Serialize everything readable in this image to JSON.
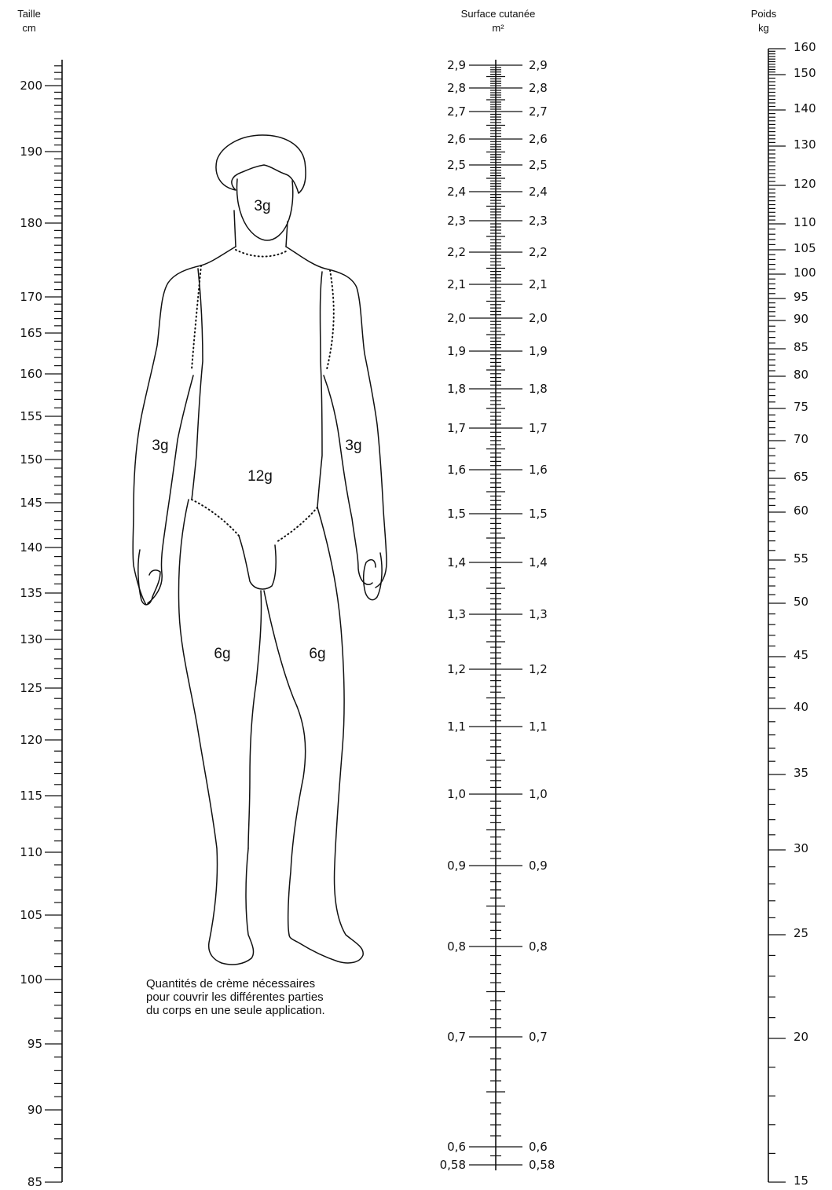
{
  "height_scale": {
    "title": "Taille",
    "unit": "cm",
    "labels": [
      "200",
      "190",
      "180",
      "170",
      "165",
      "160",
      "155",
      "150",
      "145",
      "140",
      "135",
      "130",
      "125",
      "120",
      "115",
      "110",
      "105",
      "100",
      "95",
      "90",
      "85"
    ]
  },
  "surface_scale": {
    "title": "Surface cutanée",
    "unit": "m²",
    "labels": [
      "2,9",
      "2,8",
      "2,7",
      "2,6",
      "2,5",
      "2,4",
      "2,3",
      "2,2",
      "2,1",
      "2,0",
      "1,9",
      "1,8",
      "1,7",
      "1,6",
      "1,5",
      "1,4",
      "1,3",
      "1,2",
      "1,1",
      "1,0",
      "0,9",
      "0,8",
      "0,7",
      "0,6",
      "0,58"
    ]
  },
  "weight_scale": {
    "title": "Poids",
    "unit": "kg",
    "labels": [
      "160",
      "150",
      "140",
      "130",
      "120",
      "110",
      "105",
      "100",
      "95",
      "90",
      "85",
      "80",
      "75",
      "70",
      "65",
      "60",
      "55",
      "50",
      "45",
      "40",
      "35",
      "30",
      "25",
      "20",
      "15"
    ]
  },
  "figure": {
    "head_dose": "3g",
    "trunk_dose": "12g",
    "right_arm_dose": "3g",
    "left_arm_dose": "3g",
    "right_leg_dose": "6g",
    "left_leg_dose": "6g"
  },
  "caption": {
    "line1": "Quantités de crème nécessaires",
    "line2": "pour couvrir les différentes parties",
    "line3": "du corps en une seule application."
  }
}
